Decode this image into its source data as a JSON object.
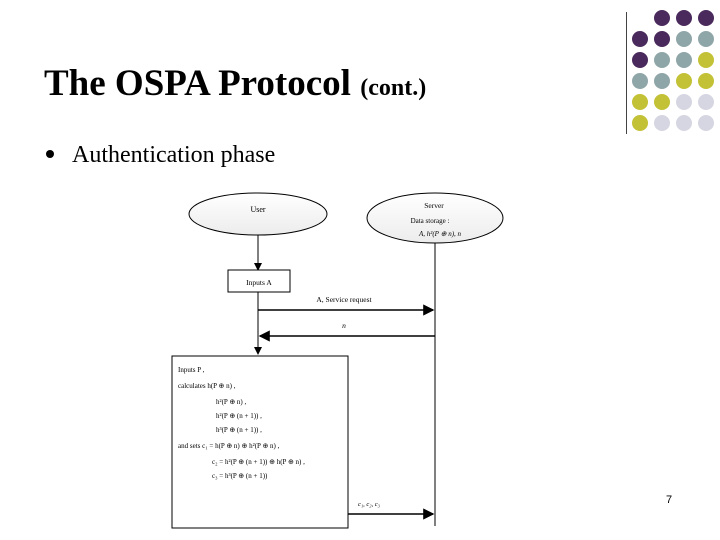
{
  "slide": {
    "title": "The OSPA Protocol",
    "title_suffix": "(cont.)",
    "bullet": "Authentication phase",
    "page_number": "7"
  },
  "diagram": {
    "user_label": "User",
    "server_label": "Server",
    "server_storage_label": "Data storage :",
    "server_storage_value": "A, h²(P ⊕ n), n",
    "inputs_a": "Inputs A",
    "msg_service_request": "A, Service request",
    "msg_n": "n",
    "compute_lines": [
      "Inputs P ,",
      "calculates h(P ⊕ n) ,",
      "h²(P ⊕ n) ,",
      "h²(P ⊕ (n + 1)) ,",
      "h³(P ⊕ (n + 1)) ,",
      "and sets c₁ = h(P ⊕ n) ⊕ h²(P ⊕ n) ,",
      "c₂ = h²(P ⊕ (n + 1)) ⊕ h(P ⊕ n) ,",
      "c₃ = h³(P ⊕ (n + 1))"
    ],
    "msg_c": "c₁, c₂, c₃"
  },
  "colors": {
    "purple": "#4a2a5c",
    "teal": "#8fa6a8",
    "olive": "#c3c136",
    "lavender": "#d6d6e2"
  }
}
